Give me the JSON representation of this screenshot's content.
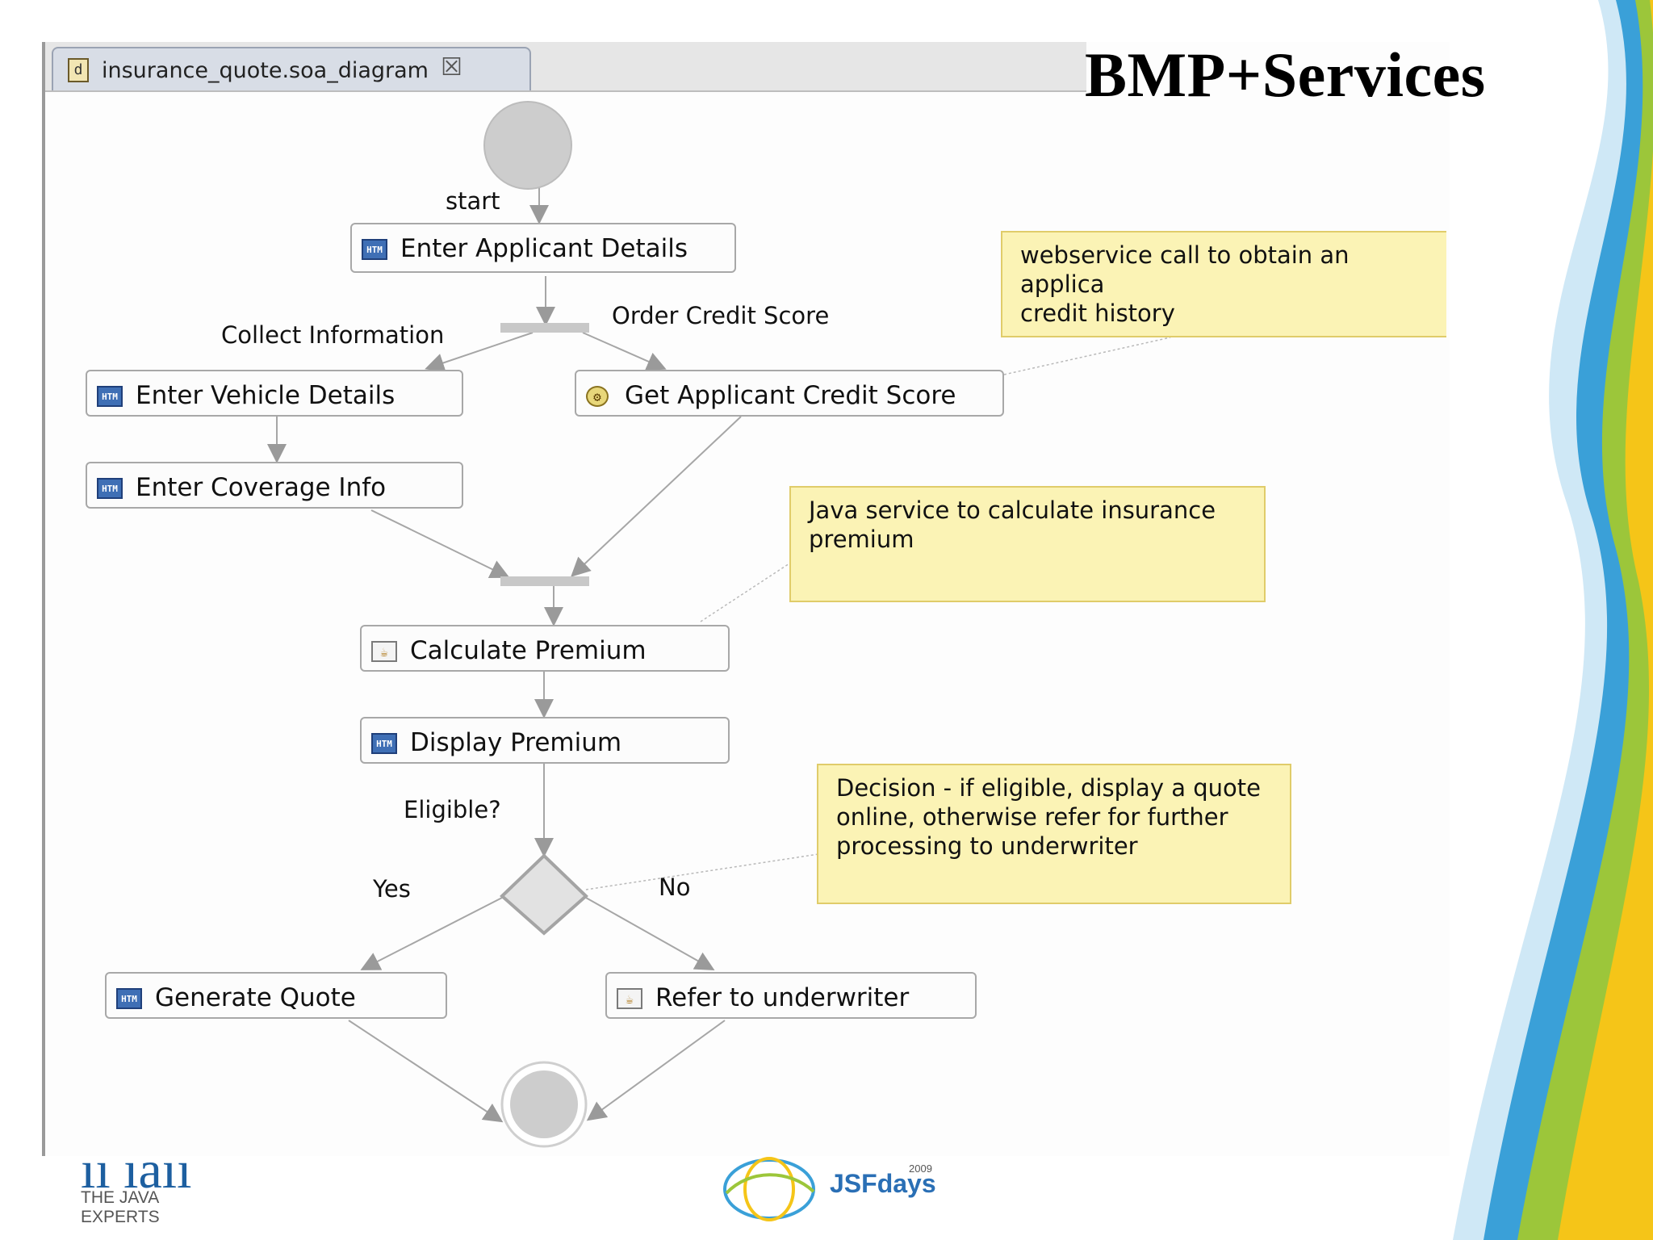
{
  "slide": {
    "title": "BMP+Services"
  },
  "editor": {
    "tab_label": "insurance_quote.soa_diagram",
    "tab_close": "☒",
    "tab_icon": "d"
  },
  "diagram": {
    "flow_labels": {
      "start": "start",
      "collect": "Collect Information",
      "order": "Order Credit Score",
      "eligible": "Eligible?",
      "yes": "Yes",
      "no": "No"
    },
    "nodes": {
      "enter_applicant": "Enter Applicant Details",
      "enter_vehicle": "Enter Vehicle Details",
      "enter_coverage": "Enter Coverage Info",
      "get_credit": "Get Applicant Credit Score",
      "calc_premium": "Calculate Premium",
      "display_premium": "Display Premium",
      "generate_quote": "Generate Quote",
      "refer_underwriter": "Refer to underwriter"
    },
    "icons": {
      "html": "HTM",
      "service": "⚙",
      "java": "☕"
    },
    "notes": {
      "webservice": "webservice call to obtain an applica\ncredit history",
      "java_service": "Java service to calculate insurance\npremium",
      "decision": "Decision - if eligible, display a quote\nonline, otherwise refer for further\nprocessing to underwriter"
    }
  },
  "footer": {
    "left_logo_mark": "ıı ıaıı",
    "left_logo_tag": "THE JAVA EXPERTS",
    "jsf_text": "JSFdays",
    "jsf_year": "2009"
  },
  "colors": {
    "note_fill": "#fbf3b5",
    "note_border": "#e0cc6a",
    "wave_blue": "#3aa0d8",
    "wave_green": "#9cc63a",
    "wave_yellow": "#f5c518"
  }
}
